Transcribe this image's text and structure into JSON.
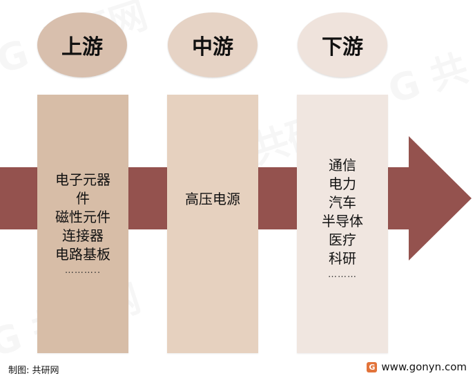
{
  "colors": {
    "arrow": "#94524e",
    "upstream": "#d7bda7",
    "midstream": "#e6d1bf",
    "downstream": "#f0e6e0",
    "circle_up": "#d8bfad",
    "circle_mid": "#e6d3c5",
    "circle_down": "#efe3dc"
  },
  "stages": [
    {
      "title": "上游",
      "items": [
        "电子元器",
        "件",
        "磁性元件",
        "连接器",
        "电路基板"
      ],
      "more": "……….."
    },
    {
      "title": "中游",
      "items": [
        "高压电源"
      ],
      "more": ""
    },
    {
      "title": "下游",
      "items": [
        "通信",
        "电力",
        "汽车",
        "半导体",
        "医疗",
        "科研"
      ],
      "more": "………"
    }
  ],
  "footer": {
    "credit": "制图: 共研网",
    "site": "www.gonyn.com",
    "logo_icon": "gonyn-logo-icon"
  }
}
